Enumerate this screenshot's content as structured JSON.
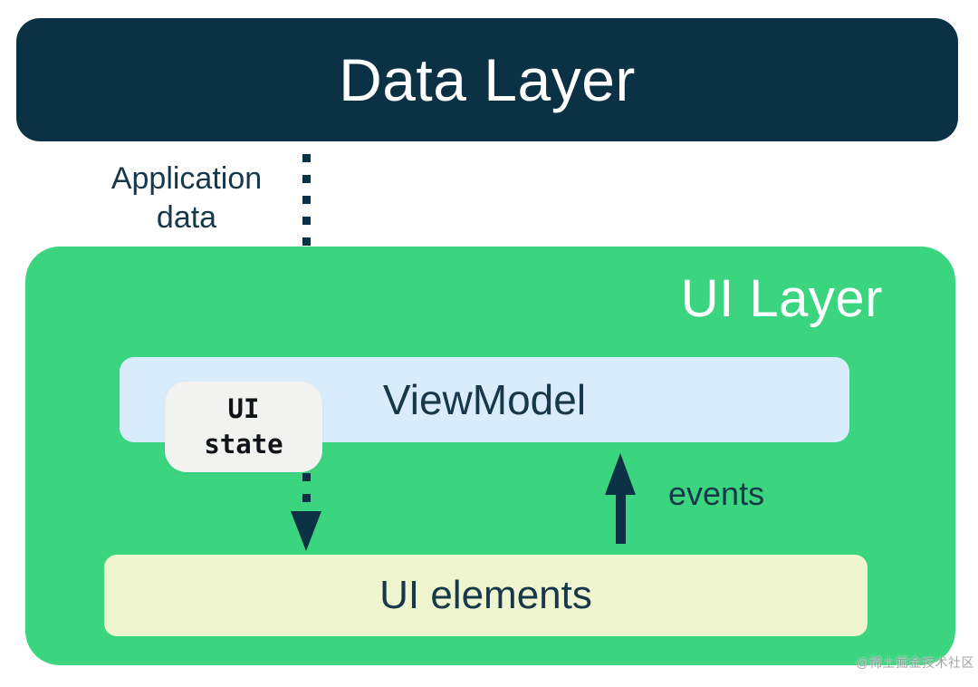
{
  "diagram": {
    "data_layer": {
      "label": "Data Layer"
    },
    "application_data_label": "Application data",
    "ui_layer": {
      "label": "UI Layer"
    },
    "viewmodel": {
      "label": "ViewModel"
    },
    "ui_state_chip": {
      "label": "UI state"
    },
    "ui_elements": {
      "label": "UI elements"
    },
    "events_label": "events",
    "watermark": "@稀土掘金技术社区"
  },
  "colors": {
    "navy": "#0b3244",
    "green": "#3cd57f",
    "light_blue": "#d8ecfc",
    "cream": "#eef5cf",
    "chip": "#f2f3f0",
    "text_dark": "#16384a",
    "white": "#ffffff"
  }
}
